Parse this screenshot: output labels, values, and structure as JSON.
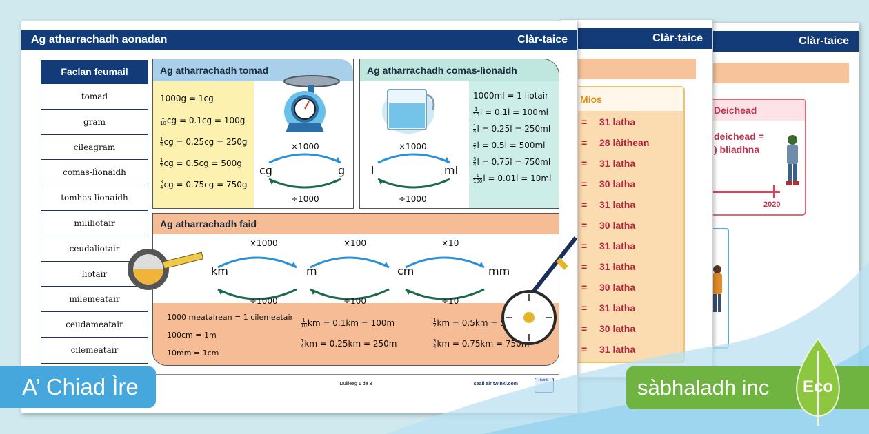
{
  "page3": {
    "header_right": "Clàr-taice",
    "decade_title": "Deichead",
    "decade_line1": "deichead =",
    "decade_line2": ") bliadhna",
    "year": "2020"
  },
  "page2": {
    "header_right": "Clàr-taice",
    "month_title": "Mìos",
    "rows": [
      {
        "eq": "=",
        "val": "31 latha"
      },
      {
        "eq": "=",
        "val": "28 làithean"
      },
      {
        "eq": "=",
        "val": "31 latha"
      },
      {
        "eq": "=",
        "val": "30 latha"
      },
      {
        "eq": "=",
        "val": "31 latha"
      },
      {
        "eq": "=",
        "val": "30 latha"
      },
      {
        "eq": "=",
        "val": "31 latha"
      },
      {
        "eq": "=",
        "val": "31 latha"
      },
      {
        "eq": "=",
        "val": "30 latha"
      },
      {
        "eq": "=",
        "val": "31 latha"
      },
      {
        "eq": "=",
        "val": "30 latha"
      },
      {
        "eq": "=",
        "val": "31 latha"
      }
    ]
  },
  "page1": {
    "header_left": "Ag atharrachadh aonadan",
    "header_right": "Clàr-taice",
    "vocab_title": "Faclan feumail",
    "vocab": [
      "tomad",
      "gram",
      "cileagram",
      "comas-lìonaidh",
      "tomhas-lìonaidh",
      "mililiotair",
      "ceudaliotair",
      "liotair",
      "milemeatair",
      "ceudameatair",
      "cilemeatair"
    ],
    "mass": {
      "title": "Ag atharrachadh tomad",
      "fact1": "1000g = 1cg",
      "fracs": [
        {
          "n": "1",
          "d": "10",
          "text": "cg = 0.1cg = 100g"
        },
        {
          "n": "1",
          "d": "4",
          "text": "cg = 0.25cg = 250g"
        },
        {
          "n": "1",
          "d": "2",
          "text": "cg = 0.5cg = 500g"
        },
        {
          "n": "3",
          "d": "4",
          "text": "cg = 0.75cg = 750g"
        }
      ],
      "from": "cg",
      "to": "g",
      "mul": "×1000",
      "div": "÷1000"
    },
    "capacity": {
      "title": "Ag atharrachadh comas-lìonaidh",
      "fact1": "1000ml = 1 liotair",
      "fracs": [
        {
          "n": "1",
          "d": "10",
          "text": "l = 0.1l = 100ml"
        },
        {
          "n": "1",
          "d": "4",
          "text": "l = 0.25l = 250ml"
        },
        {
          "n": "1",
          "d": "2",
          "text": "l = 0.5l = 500ml"
        },
        {
          "n": "3",
          "d": "4",
          "text": "l = 0.75l = 750ml"
        },
        {
          "n": "1",
          "d": "100",
          "text": "l = 0.01l = 10ml"
        }
      ],
      "from": "l",
      "to": "ml",
      "mul": "×1000",
      "div": "÷1000"
    },
    "length": {
      "title": "Ag atharrachadh faid",
      "units": [
        "km",
        "m",
        "cm",
        "mm"
      ],
      "mul": [
        "×1000",
        "×100",
        "×10"
      ],
      "div": [
        "÷1000",
        "÷100",
        "÷10"
      ],
      "col1": [
        "1000 meatairean = 1 cilemeatair",
        "100cm = 1m",
        "10mm = 1cm"
      ],
      "col2": [
        {
          "n": "1",
          "d": "10",
          "text": "km = 0.1km = 100m"
        },
        {
          "n": "1",
          "d": "4",
          "text": "km = 0.25km = 250m"
        }
      ],
      "col3": [
        {
          "n": "1",
          "d": "2",
          "text": "km = 0.5km = 500m"
        },
        {
          "n": "3",
          "d": "4",
          "text": "km = 0.75km = 750m"
        }
      ]
    },
    "footer": {
      "page": "Duilleag 1 de 3",
      "site": "seall air twinkl.com",
      "logo": "twinkl"
    }
  },
  "badges": {
    "left": "A’ Chiad Ìre",
    "right": "sàbhaladh inc",
    "eco": "Eco"
  },
  "colors": {
    "navy": "#123b78",
    "blue_badge": "#46a7dd",
    "green_badge": "#6fb340",
    "orange": "#f6bc95"
  }
}
